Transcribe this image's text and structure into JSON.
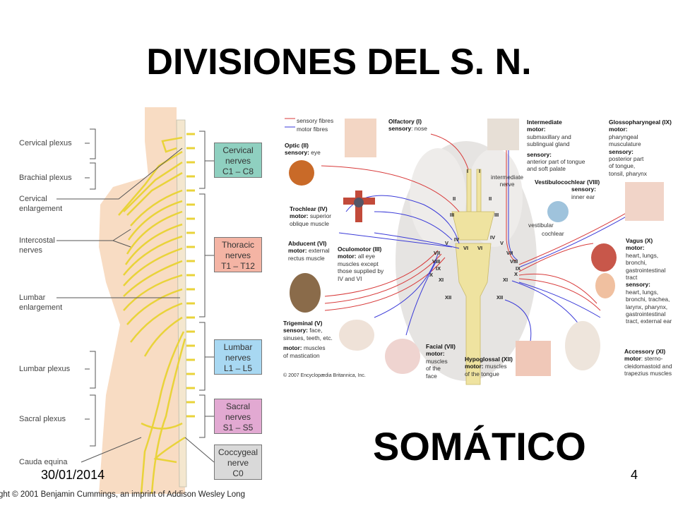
{
  "title": "DIVISIONES DEL S. N.",
  "subtitle": "SOMÁTICO",
  "footer": {
    "date": "30/01/2014",
    "page": "4"
  },
  "spinal_figure": {
    "labels": [
      "Cervical plexus",
      "Brachial plexus",
      "Cervical",
      "enlargement",
      "Intercostal",
      "nerves",
      "Lumbar",
      "enlargement",
      "Lumbar plexus",
      "Sacral plexus",
      "Cauda equina"
    ],
    "boxes": [
      {
        "l1": "Cervical",
        "l2": "nerves",
        "l3": "C1 – C8",
        "color": "#8fd0c0"
      },
      {
        "l1": "Thoracic",
        "l2": "nerves",
        "l3": "T1 – T12",
        "color": "#f4b4a4"
      },
      {
        "l1": "Lumbar",
        "l2": "nerves",
        "l3": "L1 – L5",
        "color": "#a8d8f2"
      },
      {
        "l1": "Sacral",
        "l2": "nerves",
        "l3": "S1 – S5",
        "color": "#e2a9d2"
      },
      {
        "l1": "Coccygeal",
        "l2": "nerve",
        "l3": "C0",
        "color": "#d9d9d9"
      }
    ],
    "copyright": "ght © 2001 Benjamin Cummings, an imprint of Addison Wesley Long"
  },
  "cranial_figure": {
    "legend": {
      "sensory": "sensory fibres",
      "motor": "motor fibres",
      "sensory_color": "#d83a3a",
      "motor_color": "#3a3ad8"
    },
    "olfactory": [
      "Olfactory (I)",
      "sensory",
      ": nose"
    ],
    "optic": [
      "Optic (II)",
      "sensory:",
      " eye"
    ],
    "trochlear": [
      "Trochlear (IV)",
      "motor:",
      " superior",
      "oblique muscle"
    ],
    "abducent": [
      "Abducent (VI)",
      "motor:",
      " external",
      "rectus muscle"
    ],
    "oculomotor": [
      "Oculomotor (III)",
      "motor:",
      " all eye",
      "muscles except",
      "those supplied by",
      "IV and VI"
    ],
    "trigeminal": [
      "Trigeminal (V)",
      "sensory:",
      " face,",
      "sinuses, teeth, etc.",
      "motor:",
      " muscles",
      "of mastication"
    ],
    "credit": "© 2007 Encyclopædia Britannica, Inc.",
    "facial": [
      "Facial (VII)",
      "motor:",
      "muscles",
      "of the",
      "face"
    ],
    "hypoglossal": [
      "Hypoglossal (XII)",
      "motor:",
      " muscles",
      "of the tongue"
    ],
    "intermediate": [
      "Intermediate",
      "motor:",
      "submaxillary and",
      "sublingual gland",
      "sensory:",
      "anterior part of tongue",
      "and soft palate"
    ],
    "glossopharyngeal": [
      "Glossopharyngeal (IX)",
      "motor:",
      "pharyngeal",
      "musculature",
      "sensory:",
      "posterior part",
      "of tongue,",
      "tonsil, pharynx"
    ],
    "intermediate_nerve": [
      "intermediate",
      "nerve"
    ],
    "vestibulocochlear": [
      "Vestibulocochlear (VIII)",
      "sensory:",
      "inner ear"
    ],
    "vestibular": "vestibular",
    "cochlear": "cochlear",
    "vagus": [
      "Vagus (X)",
      "motor:",
      "heart, lungs,",
      "bronchi,",
      "gastrointestinal",
      "tract",
      "sensory:",
      "heart, lungs,",
      "bronchi, trachea,",
      "larynx, pharynx,",
      "gastrointestinal",
      "tract, external ear"
    ],
    "accessory": [
      "Accessory (XI)",
      "motor",
      ": sterno-",
      "cleidomastoid and",
      "trapezius muscles"
    ],
    "numerals": [
      "I",
      "II",
      "III",
      "IV",
      "V",
      "VI",
      "VII",
      "VIII",
      "IX",
      "X",
      "XI",
      "XII"
    ]
  }
}
